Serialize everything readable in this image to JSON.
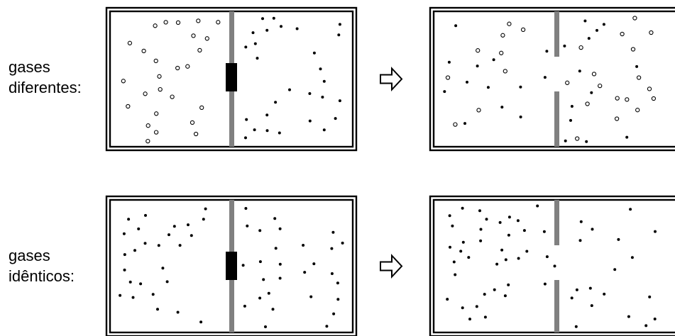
{
  "rows": [
    {
      "label": "gases\ndiferentes:",
      "left_box": "different gases separated by partition",
      "right_box": "different gases mixed after partition opened"
    },
    {
      "label": "gases\nidênticos:",
      "left_box": "identical gases separated by partition",
      "right_box": "identical gases mixed after partition opened"
    }
  ],
  "colors": {
    "frame": "#000000",
    "partition": "#808080",
    "plug": "#000000",
    "background": "#ffffff"
  },
  "icons": {
    "transition": "right-arrow-outline-icon",
    "open_particle": "hollow-circle",
    "filled_particle": "filled-dot"
  }
}
